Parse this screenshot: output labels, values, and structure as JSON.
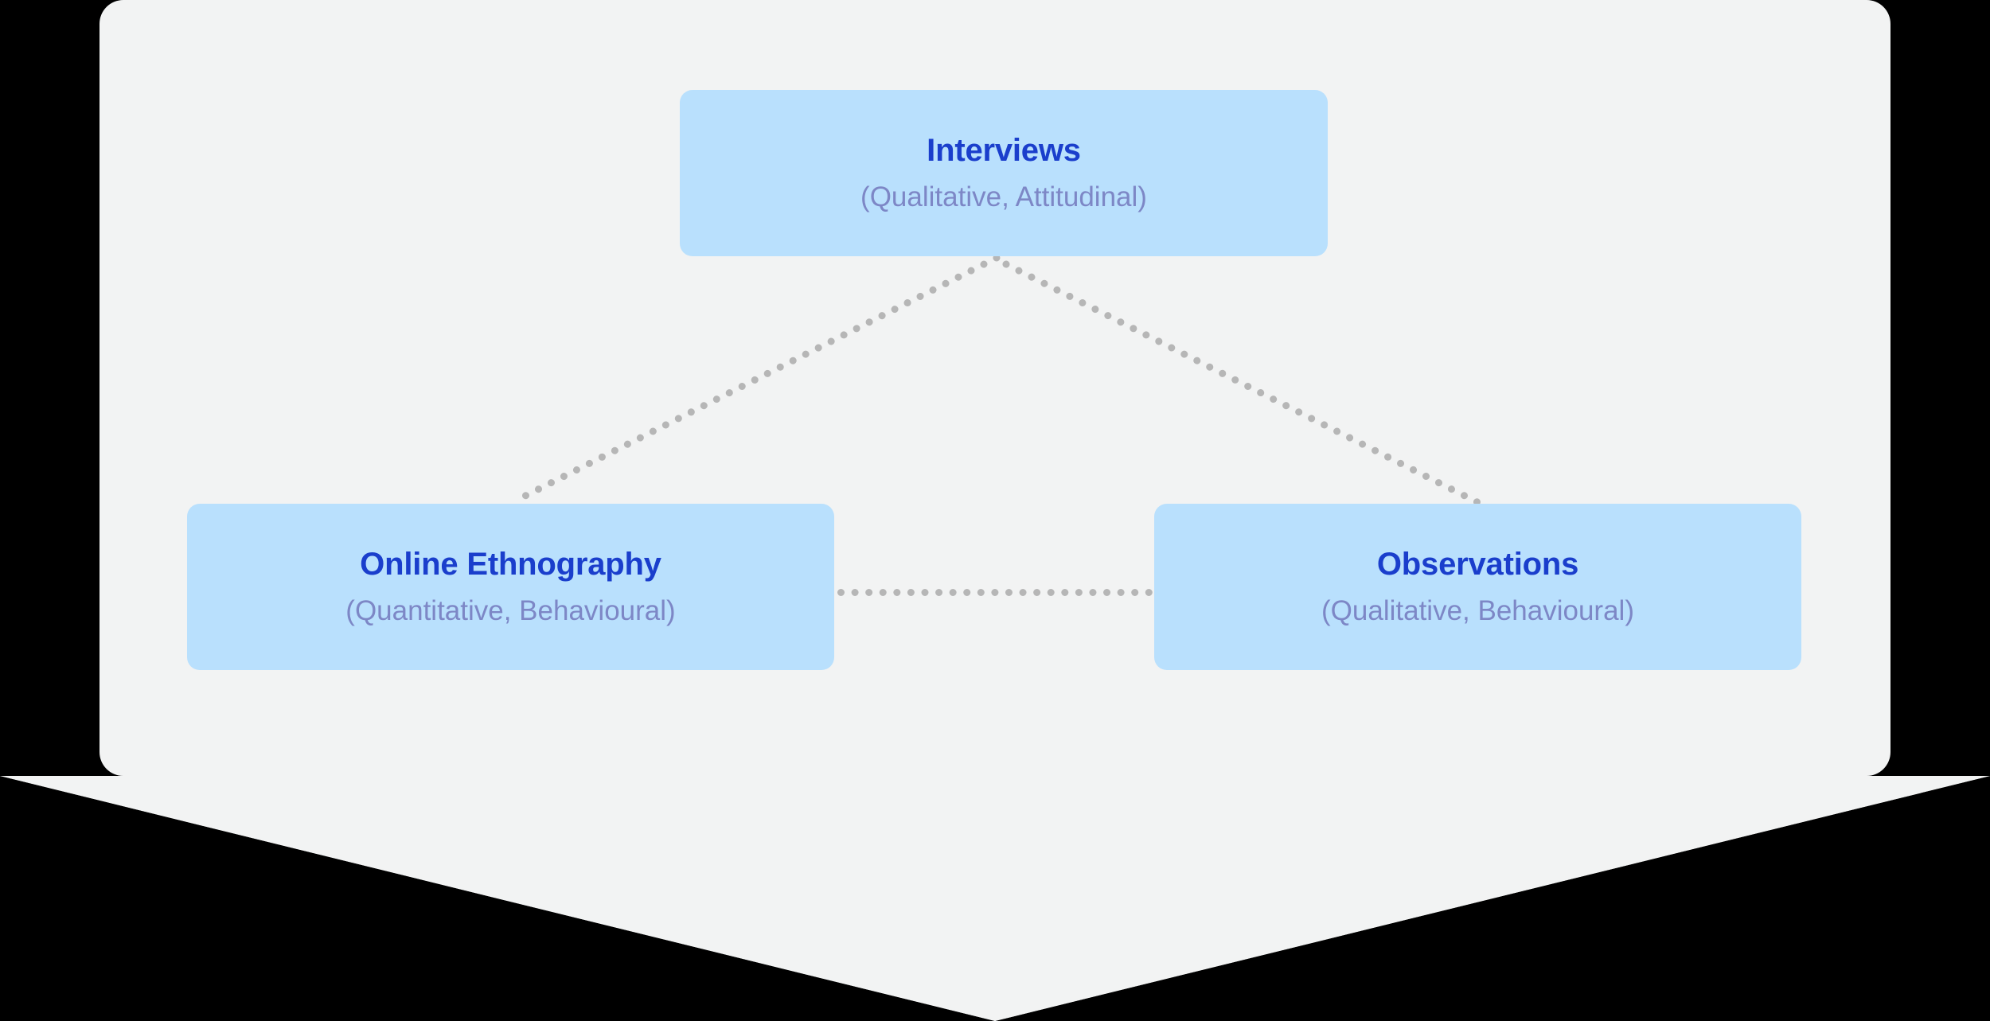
{
  "diagram": {
    "type": "node-link",
    "shape": "downward-arrow-banner",
    "background_color": "#000000",
    "panel_color": "#f2f3f3",
    "node_fill_color": "#b9e0fd",
    "node_title_color": "#1a3ecc",
    "node_subtitle_color": "#7d87c6",
    "connector_color": "#b6b6b6",
    "connector_style": "dotted",
    "nodes": [
      {
        "id": "interviews",
        "title": "Interviews",
        "subtitle": "(Qualitative, Attitudinal)",
        "position": "top-center"
      },
      {
        "id": "online-ethnography",
        "title": "Online Ethnography",
        "subtitle": "(Quantitative, Behavioural)",
        "position": "bottom-left"
      },
      {
        "id": "observations",
        "title": "Observations",
        "subtitle": "(Qualitative, Behavioural)",
        "position": "bottom-right"
      }
    ],
    "edges": [
      {
        "id": "interviews-ethnography",
        "from": "interviews",
        "to": "online-ethnography"
      },
      {
        "id": "interviews-observations",
        "from": "interviews",
        "to": "observations"
      },
      {
        "id": "ethnography-observations",
        "from": "online-ethnography",
        "to": "observations"
      }
    ]
  }
}
